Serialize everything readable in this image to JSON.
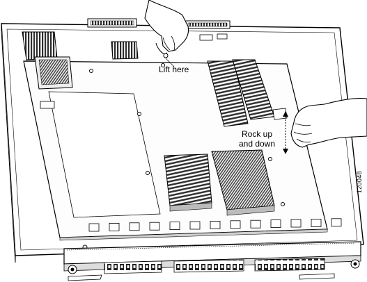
{
  "labels": {
    "lift_here": "Lift here",
    "rock_line1": "Rock up",
    "rock_line2": "and down",
    "figure_id": "120048"
  },
  "colors": {
    "ink": "#000000",
    "board": "#ffffff",
    "heatsink_dark": "#3a3a3a",
    "heatsink_mid": "#8c8c8c"
  },
  "icons": {
    "top_hand": "hand-lifting-icon",
    "right_hand": "hand-rocking-icon",
    "rock_arrow": "double-arrow-vertical-icon"
  }
}
